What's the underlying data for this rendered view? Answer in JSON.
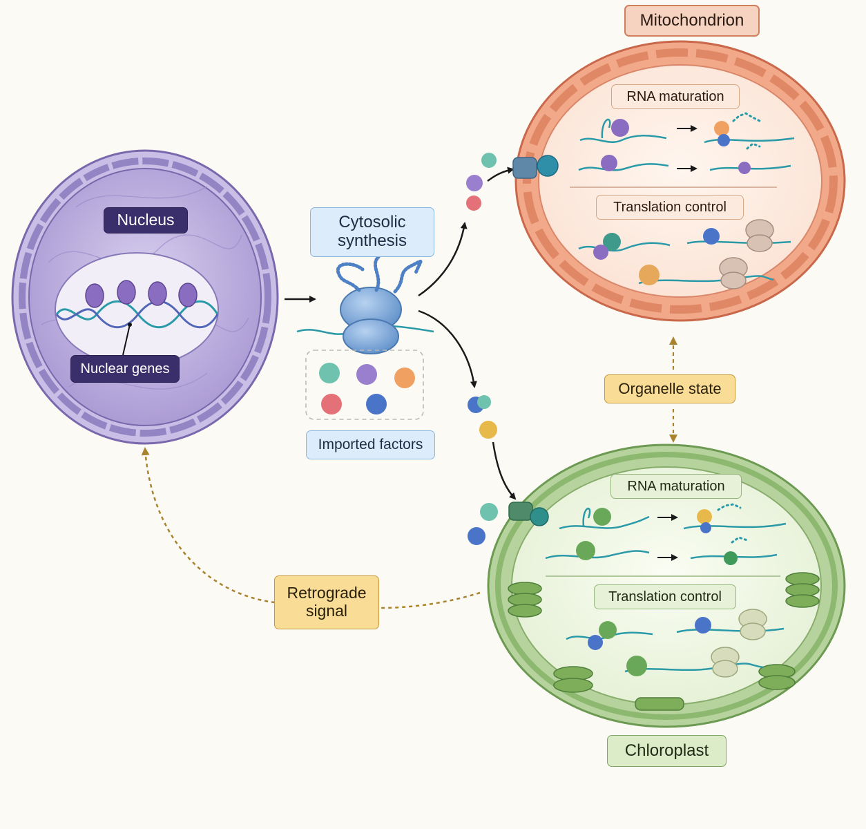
{
  "labels": {
    "nucleus": "Nucleus",
    "nuclear_genes": "Nuclear genes",
    "cytosolic_synthesis": "Cytosolic synthesis",
    "imported_factors": "Imported factors",
    "mitochondrion": "Mitochondrion",
    "mito_rna_maturation": "RNA maturation",
    "mito_translation_control": "Translation control",
    "organelle_state": "Organelle state",
    "chloroplast": "Chloroplast",
    "chloro_rna_maturation": "RNA maturation",
    "chloro_translation_control": "Translation control",
    "retrograde_signal": "Retrograde signal"
  },
  "colors": {
    "nucleus_fill": "#b4a6d8",
    "nucleus_outline": "#7a68ad",
    "ribosome": "#7aa5d8",
    "mito_fill": "#f2a98a",
    "mito_outline": "#c9684a",
    "chloro_fill": "#b7d39d",
    "chloro_outline": "#6c9a52",
    "retrograde_arrow": "#a9822e",
    "rna_strand": "#2a9aa8"
  }
}
